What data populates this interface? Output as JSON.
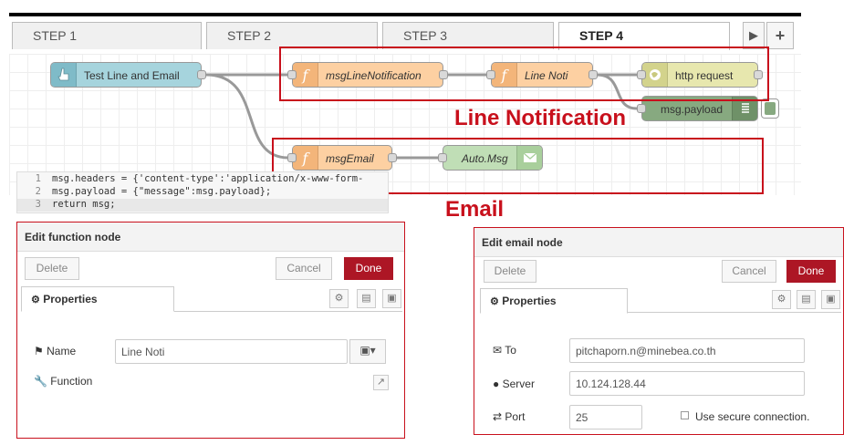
{
  "flow": {
    "tabs": [
      "STEP 1",
      "STEP 2",
      "STEP 3",
      "STEP 4"
    ],
    "active_tab": "STEP 4",
    "tab_buttons": [
      "play-icon",
      "plus-icon"
    ],
    "nodes": {
      "inject": {
        "label": "Test Line and Email",
        "icon": "hand-icon",
        "color": "#a6d4dd"
      },
      "msgLineNotification": {
        "label": "msgLineNotification",
        "icon": "function-icon",
        "color": "#fdd0a2"
      },
      "lineNoti": {
        "label": "Line Noti",
        "icon": "function-icon",
        "color": "#fdd0a2"
      },
      "httpRequest": {
        "label": "http request",
        "icon": "globe-icon",
        "color": "#e7e7ae"
      },
      "debug": {
        "label": "msg.payload",
        "icon": "list-icon",
        "color": "#87a980"
      },
      "msgEmail": {
        "label": "msgEmail",
        "icon": "function-icon",
        "color": "#fdd0a2"
      },
      "autoMsg": {
        "label": "Auto.Msg",
        "icon": "envelope-icon",
        "color": "#c0deb6"
      }
    }
  },
  "annotations": {
    "line_notification": "Line Notification",
    "email": "Email",
    "highlight_color": "#c8101c"
  },
  "function_panel": {
    "title": "Edit function node",
    "delete": "Delete",
    "cancel": "Cancel",
    "done": "Done",
    "tab": "Properties",
    "name_label": "Name",
    "name_value": "Line Noti",
    "function_label": "Function",
    "code": [
      {
        "n": "1",
        "text": "msg.headers = {'content-type':'application/x-www-form-"
      },
      {
        "n": "2",
        "text": "msg.payload = {\"message\":msg.payload};"
      },
      {
        "n": "3",
        "text": "return msg;"
      }
    ]
  },
  "email_panel": {
    "title": "Edit email node",
    "delete": "Delete",
    "cancel": "Cancel",
    "done": "Done",
    "tab": "Properties",
    "to_label": "To",
    "to_value": "pitchaporn.n@minebea.co.th",
    "server_label": "Server",
    "server_value": "10.124.128.44",
    "port_label": "Port",
    "port_value": "25",
    "secure_label": "Use secure connection.",
    "secure_checked": false
  }
}
